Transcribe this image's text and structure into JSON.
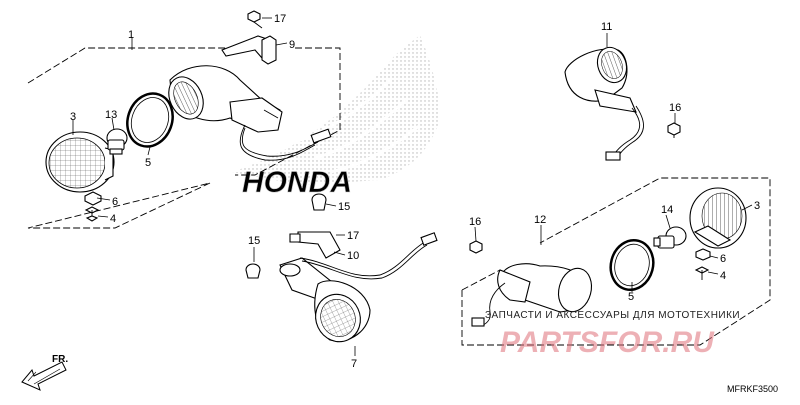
{
  "labels": {
    "l1": "1",
    "l3a": "3",
    "l13": "13",
    "l5a": "5",
    "l6a": "6",
    "l4a": "4",
    "l17a": "17",
    "l9": "9",
    "l15a": "15",
    "l11": "11",
    "l16a": "16",
    "l16b": "16",
    "l12": "12",
    "l14": "14",
    "l3b": "3",
    "l6b": "6",
    "l4b": "4",
    "l5b": "5",
    "l15b": "15",
    "l17b": "17",
    "l10": "10",
    "l7": "7"
  },
  "diagram_code": "MFRKF3500",
  "front_indicator": "FR.",
  "brand_watermark": "HONDA",
  "shop_watermark_text": "ЗАПЧАСТИ И АКСЕССУАРЫ ДЛЯ МОТОТЕХНИКИ",
  "shop_watermark_logo": "PARTSFOR.RU"
}
